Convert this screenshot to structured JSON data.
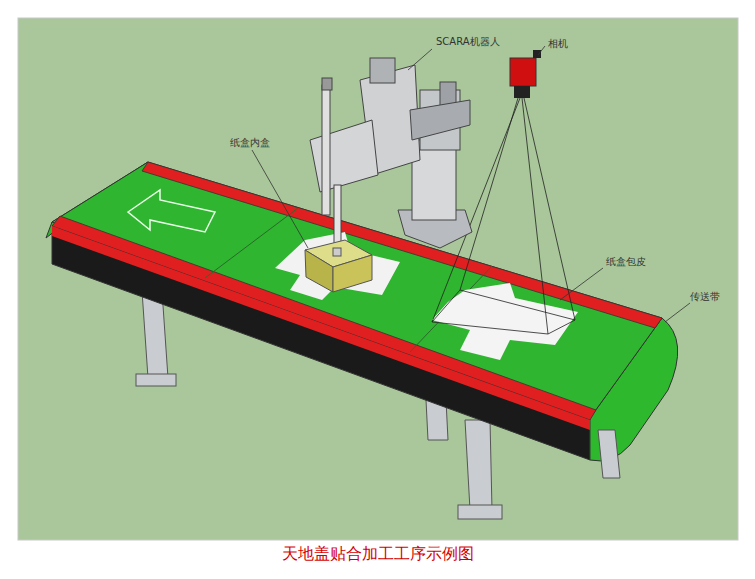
{
  "diagram": {
    "caption": "天地盖贴合加工工序示例图",
    "labels": [
      "SCARA机器人",
      "相机",
      "纸盒内盒",
      "纸盒包皮",
      "传送带"
    ]
  }
}
